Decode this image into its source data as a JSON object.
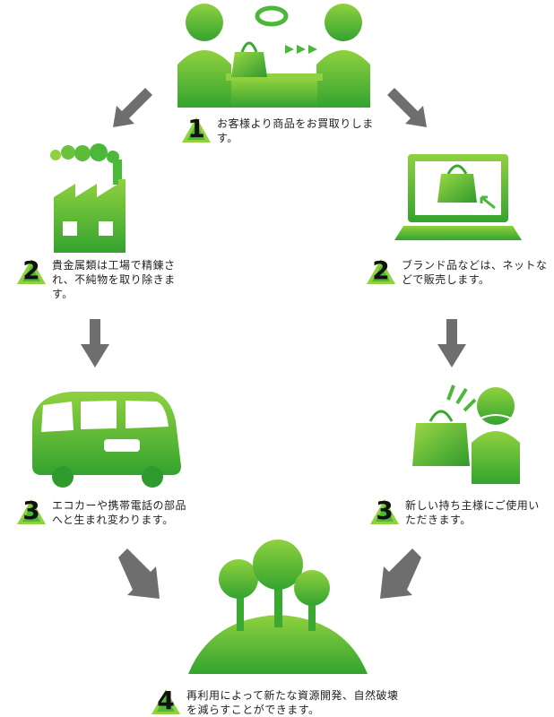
{
  "colors": {
    "green_light": "#8fd13f",
    "green": "#4cb83a",
    "green_dark": "#2f9a2d",
    "arrow": "#6e6e6e",
    "badge_text": "#111111"
  },
  "icons": [
    "buyer-seller-icon",
    "factory-icon",
    "laptop-icon",
    "bus-icon",
    "new-owner-icon",
    "forest-icon",
    "recycle-badge-icon"
  ],
  "steps": {
    "buy": {
      "num": "1",
      "text": "お客様より商品をお買取りします。"
    },
    "refine": {
      "num": "2",
      "text": "貴金属類は工場で精錬され、不純物を取り除きます。"
    },
    "sell": {
      "num": "2",
      "text": "ブランド品などは、ネットなどで販売します。"
    },
    "reuse_parts": {
      "num": "3",
      "text": "エコカーや携帯電話の部品へと生まれ変わります。"
    },
    "new_owner": {
      "num": "3",
      "text": "新しい持ち主様にご使用いただきます。"
    },
    "nature": {
      "num": "4",
      "text": "再利用によって新たな資源開発、自然破壊を減らすことができます。"
    }
  }
}
